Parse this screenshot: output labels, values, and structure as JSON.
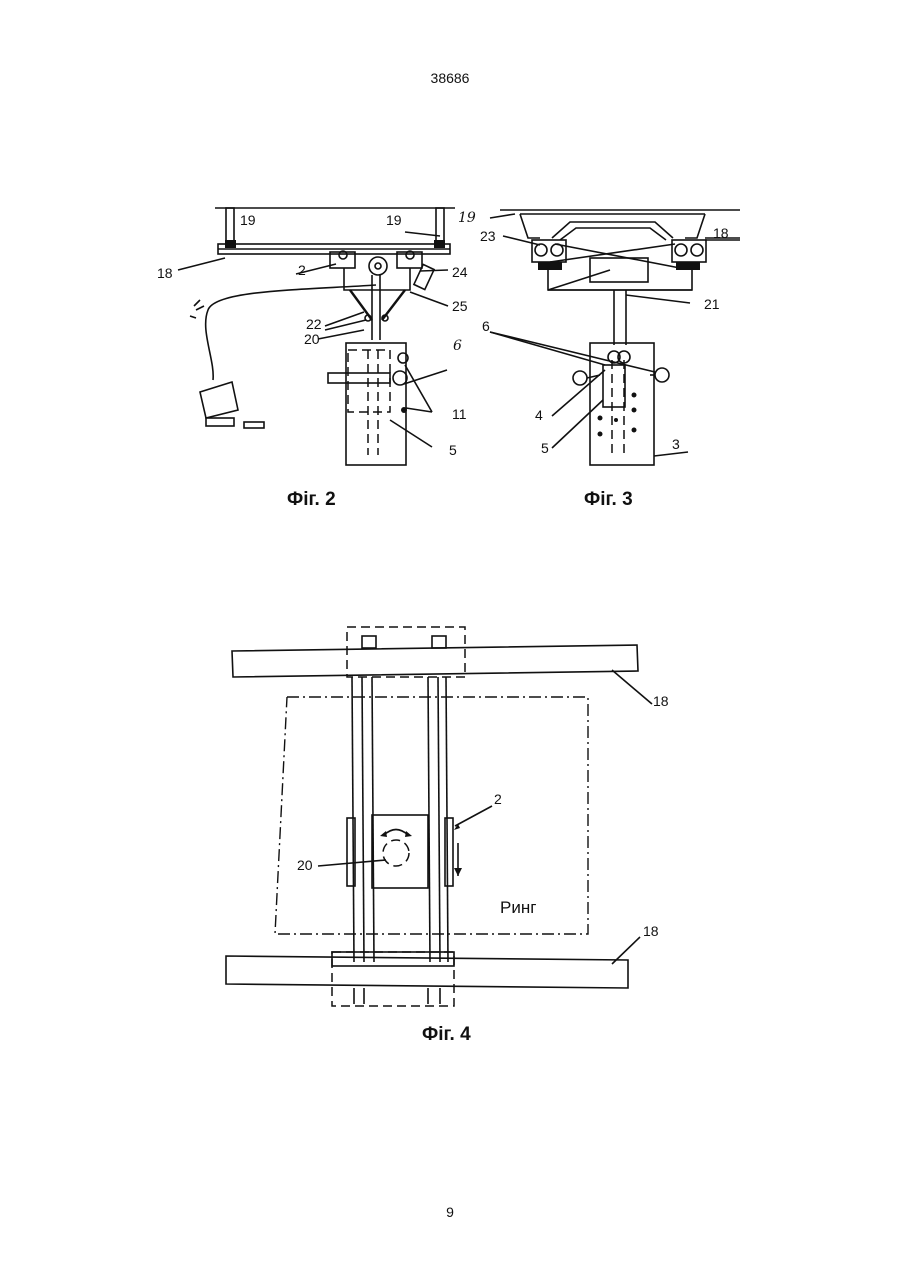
{
  "page": {
    "patent_number": "38686",
    "page_number": "9"
  },
  "figures": {
    "fig2": {
      "caption": "Фіг. 2",
      "labels": [
        "19",
        "19",
        "19",
        "23",
        "18",
        "2",
        "24",
        "25",
        "22",
        "20",
        "6",
        "11",
        "5"
      ]
    },
    "fig3": {
      "caption": "Фіг. 3",
      "labels": [
        "18",
        "21",
        "6",
        "4",
        "5",
        "3"
      ]
    },
    "fig4": {
      "caption": "Фіг. 4",
      "labels": [
        "18",
        "2",
        "20",
        "Ринг",
        "18"
      ]
    }
  }
}
